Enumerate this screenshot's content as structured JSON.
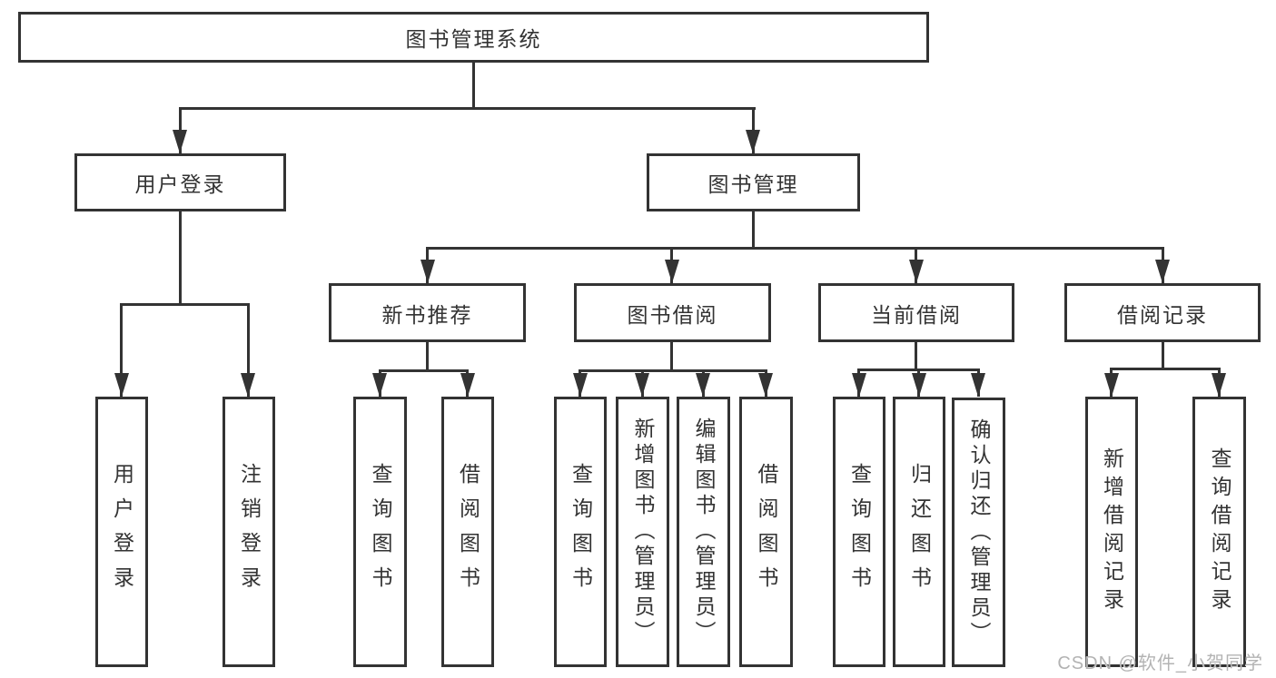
{
  "diagram": {
    "type": "tree",
    "root": {
      "label": "图书管理系统"
    },
    "level2": [
      {
        "id": "user-login",
        "label": "用户登录",
        "parent": "图书管理系统"
      },
      {
        "id": "book-management",
        "label": "图书管理",
        "parent": "图书管理系统"
      }
    ],
    "level3": [
      {
        "id": "new-book-recommend",
        "label": "新书推荐",
        "parent": "图书管理"
      },
      {
        "id": "book-borrow",
        "label": "图书借阅",
        "parent": "图书管理"
      },
      {
        "id": "current-borrow",
        "label": "当前借阅",
        "parent": "图书管理"
      },
      {
        "id": "borrow-records",
        "label": "借阅记录",
        "parent": "图书管理"
      }
    ],
    "leaves": [
      {
        "label": "用户登录",
        "parent": "用户登录"
      },
      {
        "label": "注销登录",
        "parent": "用户登录"
      },
      {
        "label": "查询图书",
        "parent": "新书推荐"
      },
      {
        "label": "借阅图书",
        "parent": "新书推荐"
      },
      {
        "label": "查询图书",
        "parent": "图书借阅"
      },
      {
        "label": "新增图书（管理员）",
        "parent": "图书借阅"
      },
      {
        "label": "编辑图书（管理员）",
        "parent": "图书借阅"
      },
      {
        "label": "借阅图书",
        "parent": "图书借阅"
      },
      {
        "label": "查询图书",
        "parent": "当前借阅"
      },
      {
        "label": "归还图书",
        "parent": "当前借阅"
      },
      {
        "label": "确认归还（管理员）",
        "parent": "当前借阅"
      },
      {
        "label": "新增借阅记录",
        "parent": "借阅记录"
      },
      {
        "label": "查询借阅记录",
        "parent": "借阅记录"
      }
    ]
  },
  "watermark": {
    "text": "CSDN @软件_小贺同学"
  },
  "colors": {
    "line": "#333333",
    "text": "#333333",
    "box_background": "#ffffff",
    "page_background": "#ffffff",
    "watermark": "#b3b3b3"
  }
}
